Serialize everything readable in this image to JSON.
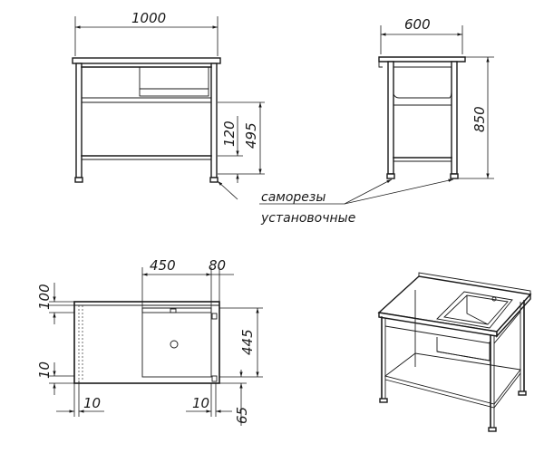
{
  "front_view": {
    "width_label": "1000",
    "shelf_height_label": "120",
    "upper_height_label": "495"
  },
  "side_view": {
    "depth_label": "600",
    "height_label": "850"
  },
  "note": {
    "line1": "саморезы",
    "line2": "установочные"
  },
  "plan_view": {
    "sink_width_label": "450",
    "sink_offset_label": "80",
    "top_margin_label": "100",
    "sink_depth_label": "445",
    "side_gap_label": "10",
    "left_gap_label": "10",
    "right_gap_label": "10",
    "bottom_gap_label": "65"
  }
}
